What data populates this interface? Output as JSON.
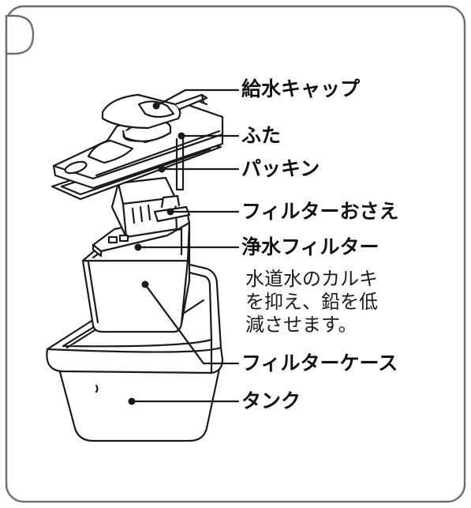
{
  "colors": {
    "frame": "#6e6e6e",
    "line": "#1a1a1a",
    "text": "#111111"
  },
  "labels": {
    "cap": "給水キャップ",
    "lid": "ふた",
    "packing": "パッキン",
    "filter_holder": "フィルターおさえ",
    "filter": "浄水フィルター",
    "filter_case": "フィルターケース",
    "tank": "タンク"
  },
  "filter_note": {
    "lines": [
      "水道水のカルキ",
      "を抑え、鉛を低",
      "減させます。"
    ]
  }
}
